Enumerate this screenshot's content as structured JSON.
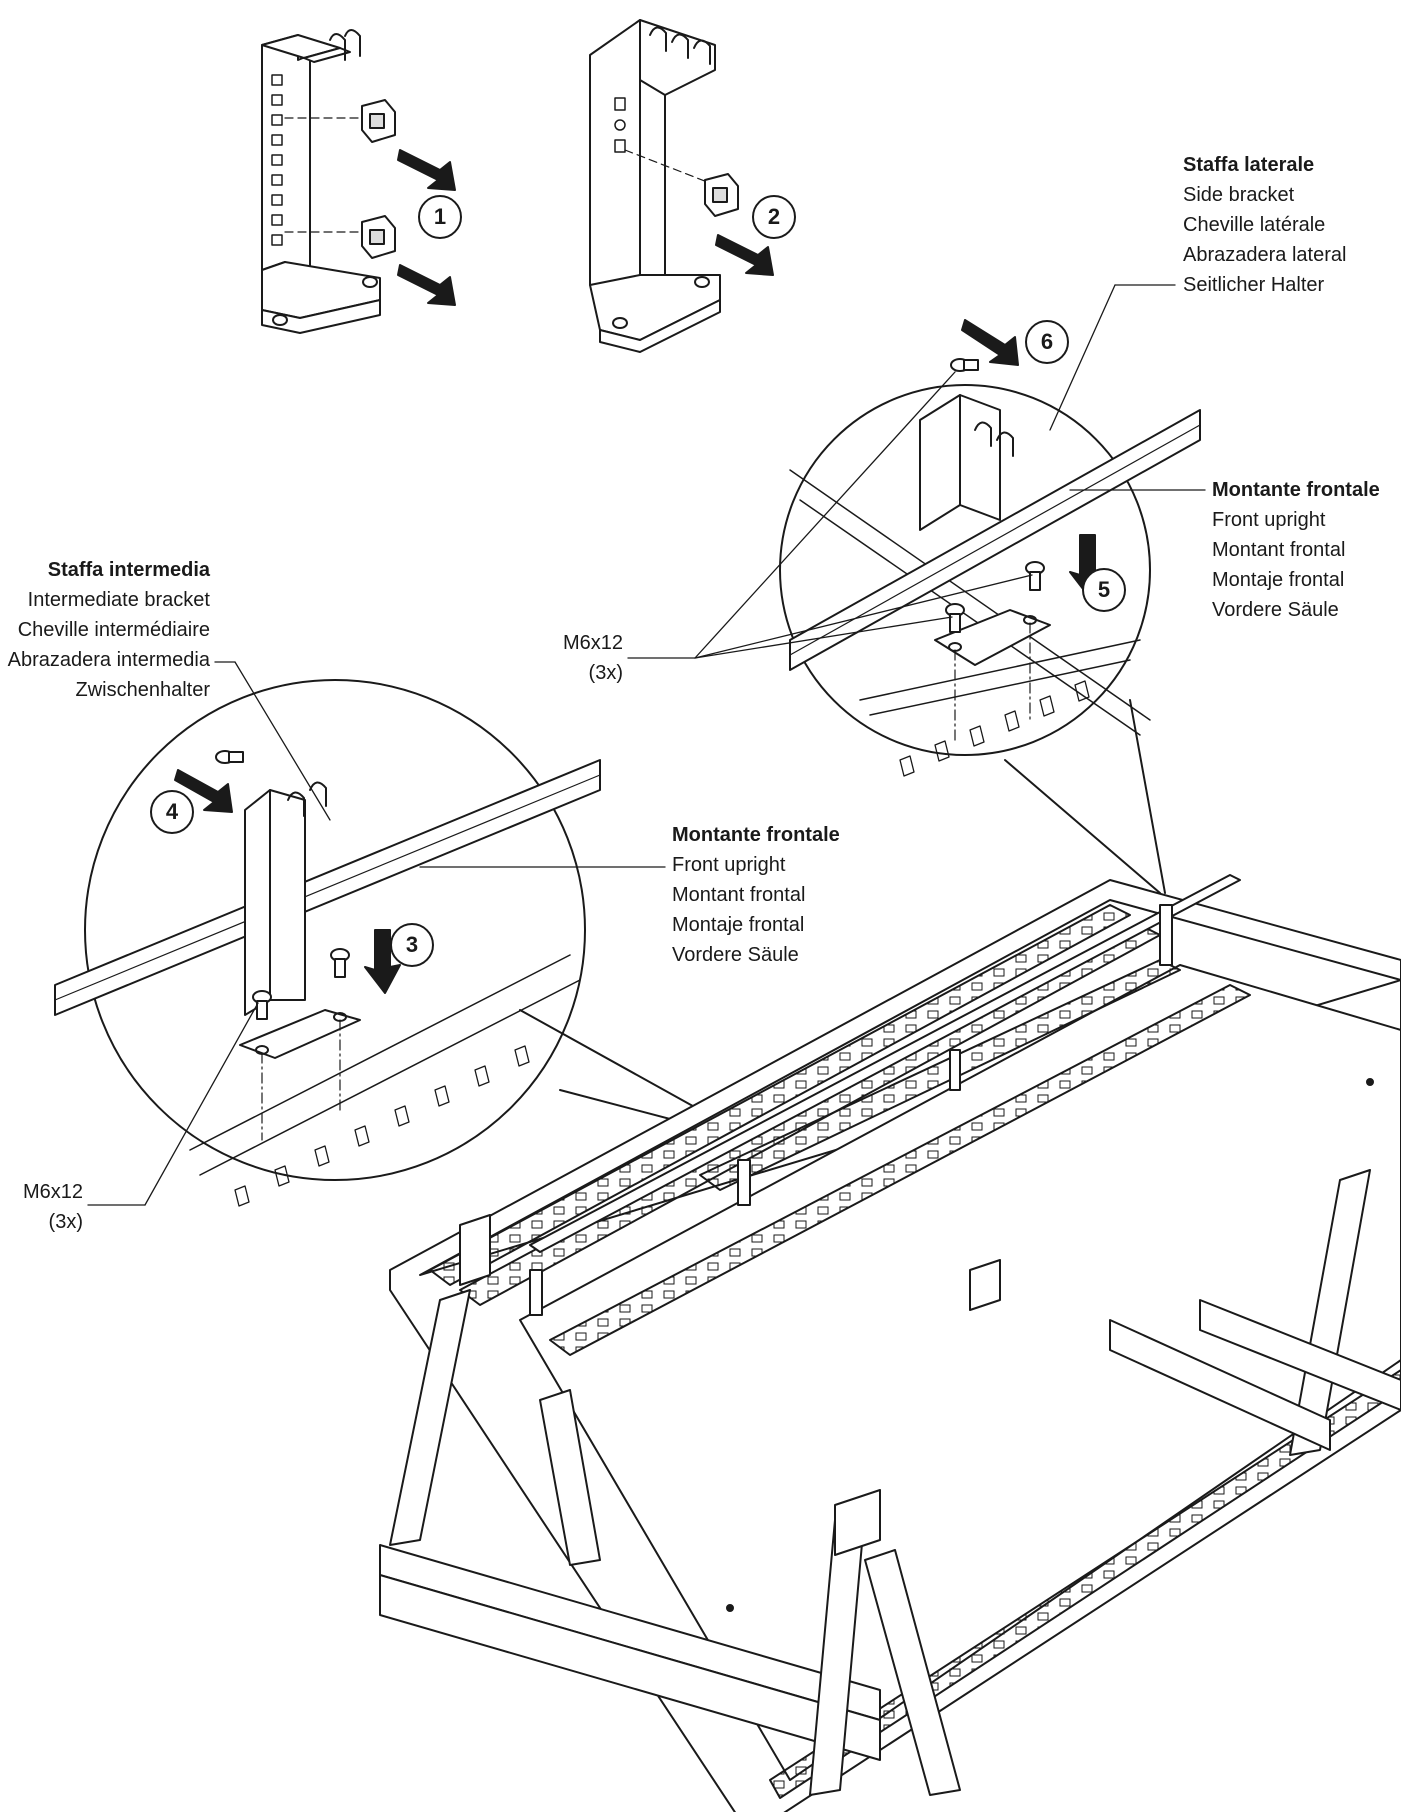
{
  "labels": {
    "side_bracket": [
      "Staffa laterale",
      "Side bracket",
      "Cheville latérale",
      "Abrazadera lateral",
      "Seitlicher Halter"
    ],
    "front_upright_top": [
      "Montante frontale",
      "Front upright",
      "Montant frontal",
      "Montaje frontal",
      "Vordere Säule"
    ],
    "front_upright_mid": [
      "Montante frontale",
      "Front upright",
      "Montant frontal",
      "Montaje frontal",
      "Vordere Säule"
    ],
    "intermediate_bracket": [
      "Staffa intermedia",
      "Intermediate bracket",
      "Cheville intermédiaire",
      "Abrazadera intermedia",
      "Zwischenhalter"
    ],
    "screw_top": [
      "M6x12",
      "(3x)"
    ],
    "screw_bottom": [
      "M6x12",
      "(3x)"
    ]
  },
  "steps": [
    "1",
    "2",
    "3",
    "4",
    "5",
    "6"
  ],
  "colors": {
    "line": "#1a1a1a",
    "fill": "#ffffff",
    "shade": "#d9d9d9"
  }
}
